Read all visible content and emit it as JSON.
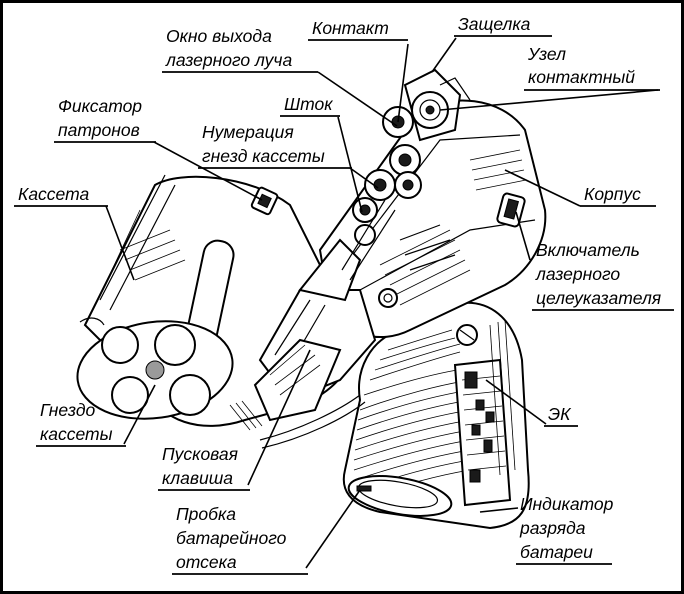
{
  "labels": {
    "okno": [
      "Окно выхода",
      "лазерного луча"
    ],
    "kontakt": "Контакт",
    "zashchelka": "Защелка",
    "uzel": [
      "Узел",
      "контактный"
    ],
    "fiksator": [
      "Фиксатор",
      "патронов"
    ],
    "shtok": "Шток",
    "numeratsiya": [
      "Нумерация",
      "гнезд кассеты"
    ],
    "kasseta": "Кассета",
    "korpus": "Корпус",
    "vklyuchatel": [
      "Включатель",
      "лазерного",
      "целеуказателя"
    ],
    "gnezdo": [
      "Гнездо",
      "кассеты"
    ],
    "ek": "ЭК",
    "puskovaya": [
      "Пусковая",
      "клавиша"
    ],
    "probka": [
      "Пробка",
      "батарейного",
      "отсека"
    ],
    "indikator": [
      "Индикатор",
      "разряда",
      "батареи"
    ]
  }
}
